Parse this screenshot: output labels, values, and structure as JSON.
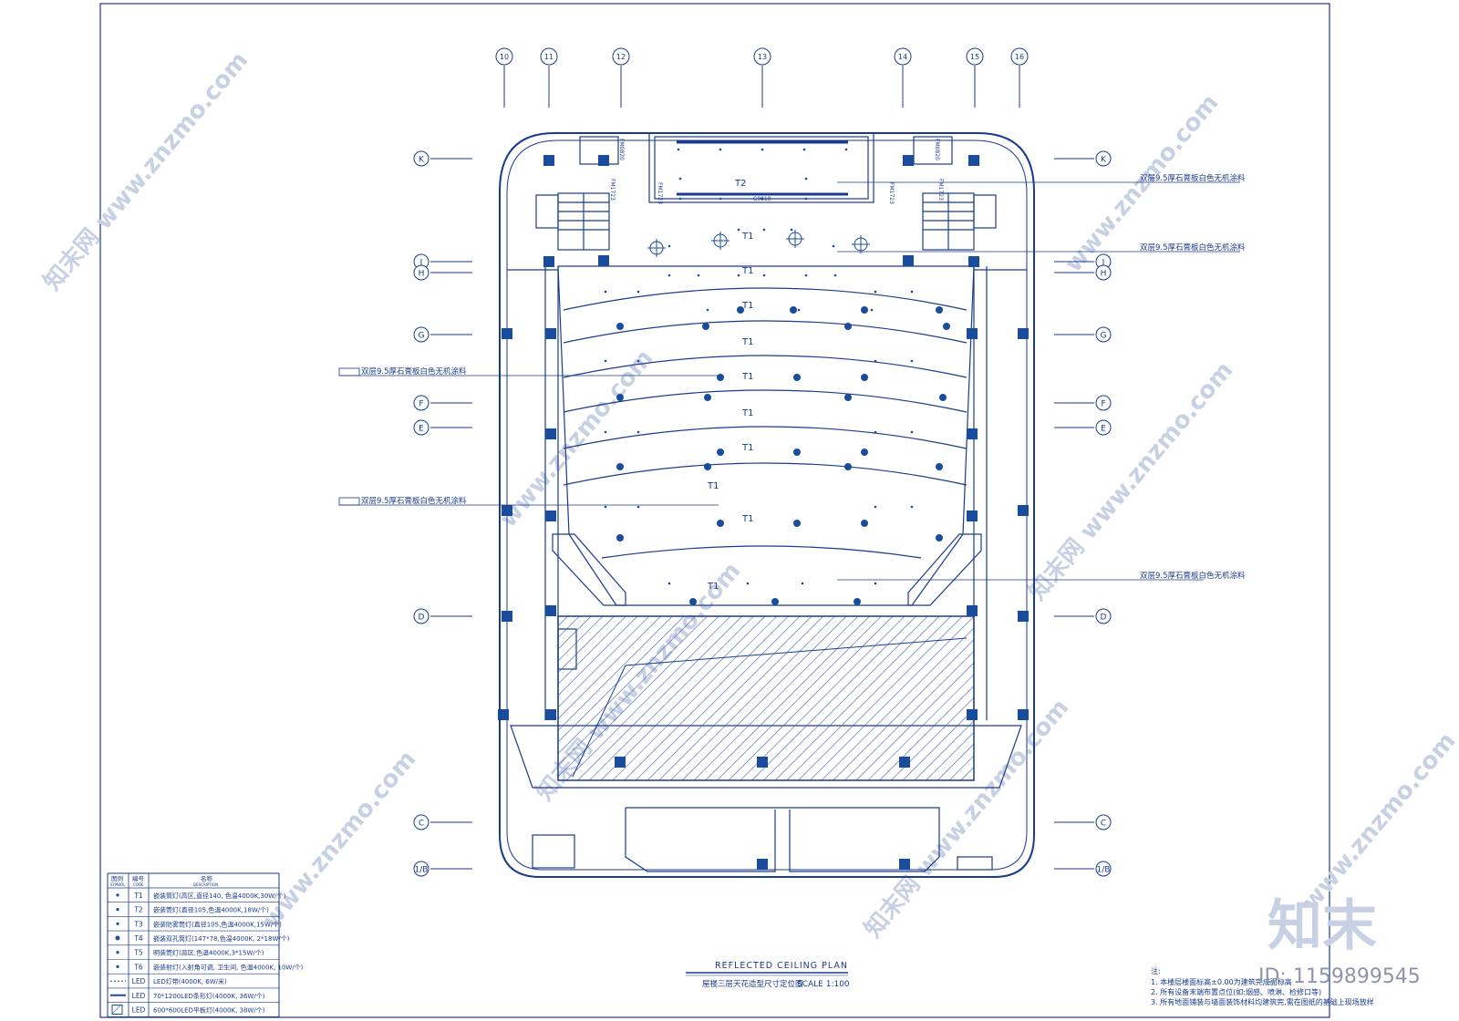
{
  "drawing": {
    "title_en": "REFLECTED CEILING PLAN",
    "title_cn": "屋楼三层天花造型尺寸定位图",
    "scale": "SCALE 1:100"
  },
  "grid": {
    "columns": [
      "10",
      "11",
      "12",
      "13",
      "14",
      "15",
      "16"
    ],
    "rows_left": [
      "K",
      "J",
      "H",
      "G",
      "F",
      "E",
      "D",
      "C",
      "1/B"
    ],
    "rows_right": [
      "K",
      "J",
      "H",
      "G",
      "F",
      "E",
      "D",
      "C",
      "1/B"
    ]
  },
  "callouts": {
    "right_1": "双层9.5厚石膏板白色无机涂料",
    "right_2": "双层9.5厚石膏板白色无机涂料",
    "right_3": "双层9.5厚石膏板白色无机涂料",
    "left_1": "双层9.5厚石膏板白色无机涂料",
    "left_2": "双层9.5厚石膏板白色无机涂料"
  },
  "room_labels": {
    "t2": "T2",
    "t1": "T1",
    "door_tl": "FM1723",
    "door_tr": "FM1723",
    "door_ml": "FM1723",
    "door_mr": "FM1723",
    "box_tl": "FM0820",
    "box_tr": "FM0820",
    "stage": "C0010"
  },
  "legend": {
    "headers": [
      "图例\nSYMBOL",
      "编号\nCODE",
      "名称\nDESCRIPTION"
    ],
    "rows": [
      {
        "code": "T1",
        "desc": "嵌装筒灯(高区,直径140, 色温4000K,30W/个)"
      },
      {
        "code": "T2",
        "desc": "嵌装筒灯(直径105,色温4000K,18W/个)"
      },
      {
        "code": "T3",
        "desc": "嵌装防雾筒灯(直径105,色温4000K,15W/个)"
      },
      {
        "code": "T4",
        "desc": "嵌装双孔筒灯(147*78,色温4000K, 2*18W/个)"
      },
      {
        "code": "T5",
        "desc": "明装筒灯(高区,色温4000K,3*15W/个)"
      },
      {
        "code": "T6",
        "desc": "嵌装射灯(入射角可调, 卫生间, 色温4000K, 10W/个)"
      },
      {
        "code": "LED",
        "desc": "LED灯带(4000K, 6W/米)"
      },
      {
        "code": "LED",
        "desc": "70*1200LED条形灯(4000K, 36W/个)"
      },
      {
        "code": "LED",
        "desc": "600*600LED平板灯(4000K, 38W/个)"
      }
    ]
  },
  "notes": {
    "label": "注:",
    "items": [
      "1. 本楼层楼面标高±0.00为建筑完成面标高",
      "2. 所有设备末端布置点位(如:烟感、喷淋、检修口等)",
      "3. 所有地面铺装与墙面装饰材料均建筑完,需在图纸的基础上现场放样"
    ]
  },
  "watermark": {
    "site": "www.znzmo.com",
    "brand_cn": "知末网",
    "logo": "知末",
    "id": "ID: 1159899545"
  },
  "colors": {
    "line": "#1a3a8f",
    "fill_dark": "#1a4c9c",
    "hatch": "#3b5fae",
    "watermark": "#c8d0e4"
  }
}
